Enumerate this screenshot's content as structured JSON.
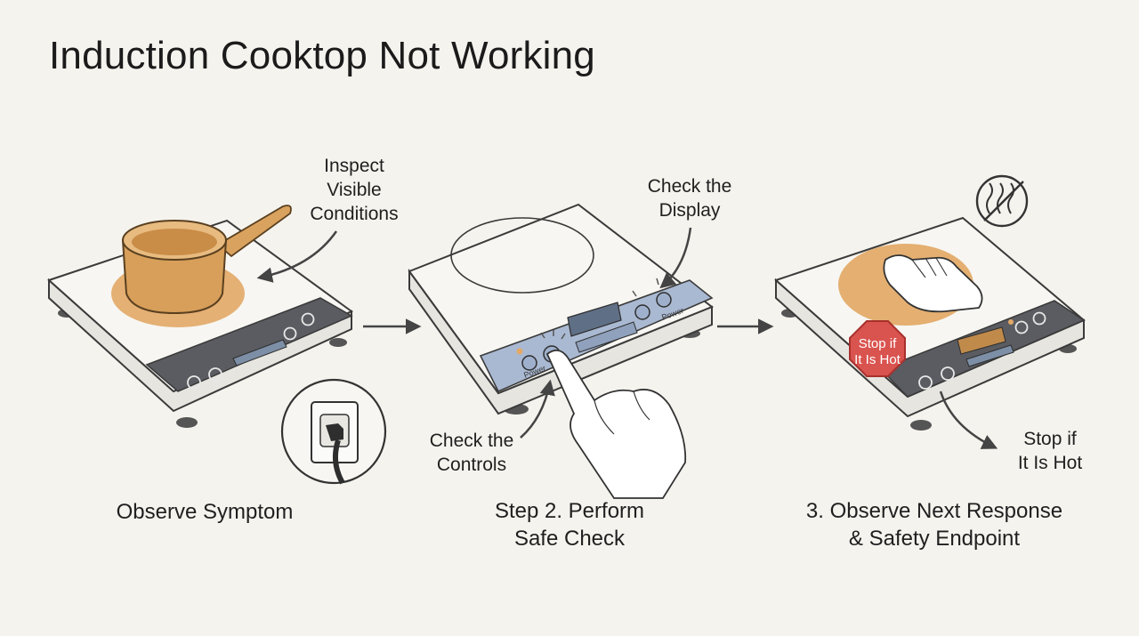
{
  "title": "Induction Cooktop Not Working",
  "panel1": {
    "callout": [
      "Inspect",
      "Visible",
      "Conditions"
    ],
    "caption": "Observe Symptom"
  },
  "panel2": {
    "callout_display": [
      "Check the",
      "Display"
    ],
    "callout_controls": [
      "Check the",
      "Controls"
    ],
    "button_label_left": "Power",
    "button_label_right": "Power",
    "caption": [
      "Step 2. Perform",
      "Safe Check"
    ]
  },
  "panel3": {
    "sign_text": [
      "Stop if",
      "It Is Hot"
    ],
    "callout": [
      "Stop if",
      "It Is Hot"
    ],
    "caption": [
      "3. Observe Next Response",
      "& Safety Endpoint"
    ]
  },
  "colors": {
    "background": "#f5f3ee",
    "accent_orange": "#e2a866",
    "panel_blue": "#aab9d2",
    "stop_red": "#d9534f",
    "control_panel_dark": "#55575c"
  },
  "icons": [
    "pot-icon",
    "power-outlet-icon",
    "hand-pointing-icon",
    "hand-flat-icon",
    "no-heat-icon",
    "stop-sign-icon",
    "arrow-right-icon"
  ]
}
